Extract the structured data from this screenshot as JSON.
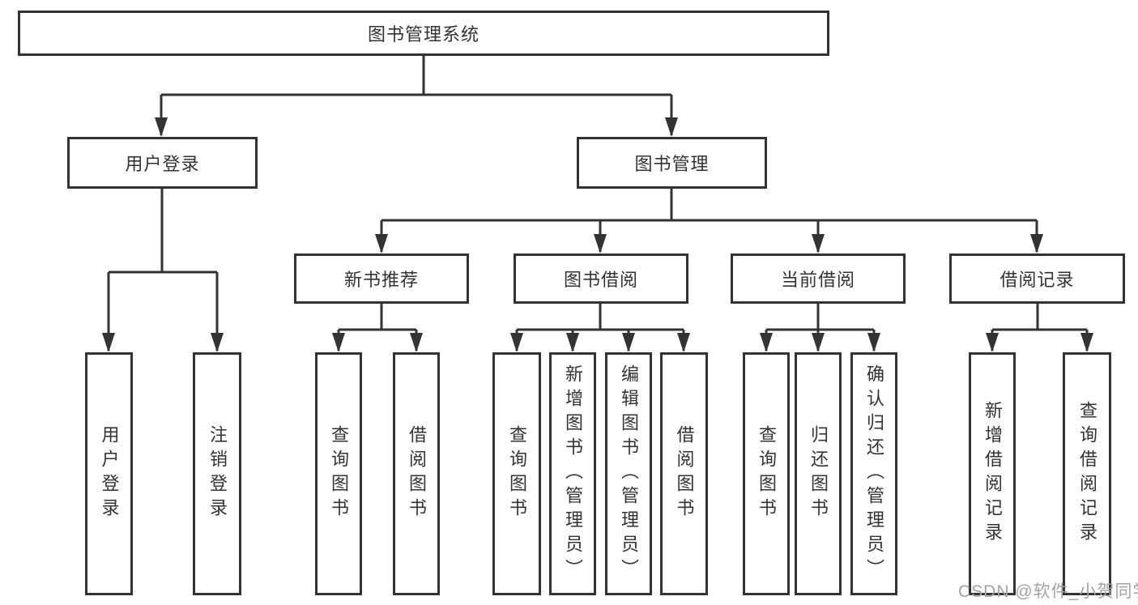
{
  "colors": {
    "line": "#333333",
    "text": "#333333",
    "watermark": "#a3a3a3",
    "background": "#ffffff"
  },
  "nodes": {
    "root": "图书管理系统",
    "user_login": "用户登录",
    "book_mgmt": "图书管理",
    "new_books": "新书推荐",
    "book_borrow": "图书借阅",
    "current_borrow": "当前借阅",
    "borrow_records": "借阅记录",
    "leaves": {
      "user": [
        "用户登录",
        "注销登录"
      ],
      "new_books": [
        "查询图书",
        "借阅图书"
      ],
      "book_borrow": [
        "查询图书",
        "新增图书（管理员）",
        "编辑图书（管理员）",
        "借阅图书"
      ],
      "current_borrow": [
        "查询图书",
        "归还图书",
        "确认归还（管理员）"
      ],
      "borrow_records": [
        "新增借阅记录",
        "查询借阅记录"
      ]
    }
  },
  "watermark": "CSDN @软件_小贺同学"
}
